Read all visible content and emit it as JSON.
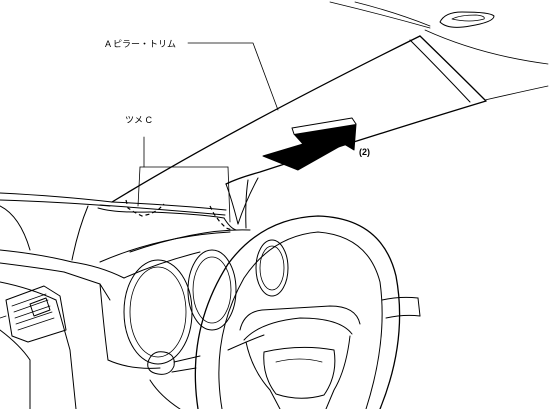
{
  "labels": {
    "a_pillar_trim": "A ピラー・トリム",
    "clip_c": "ツメ C",
    "step": "(2)"
  },
  "icons": {
    "removal_arrow": "removal-direction-arrow",
    "clip_outline": "clip-dashed-outline"
  }
}
